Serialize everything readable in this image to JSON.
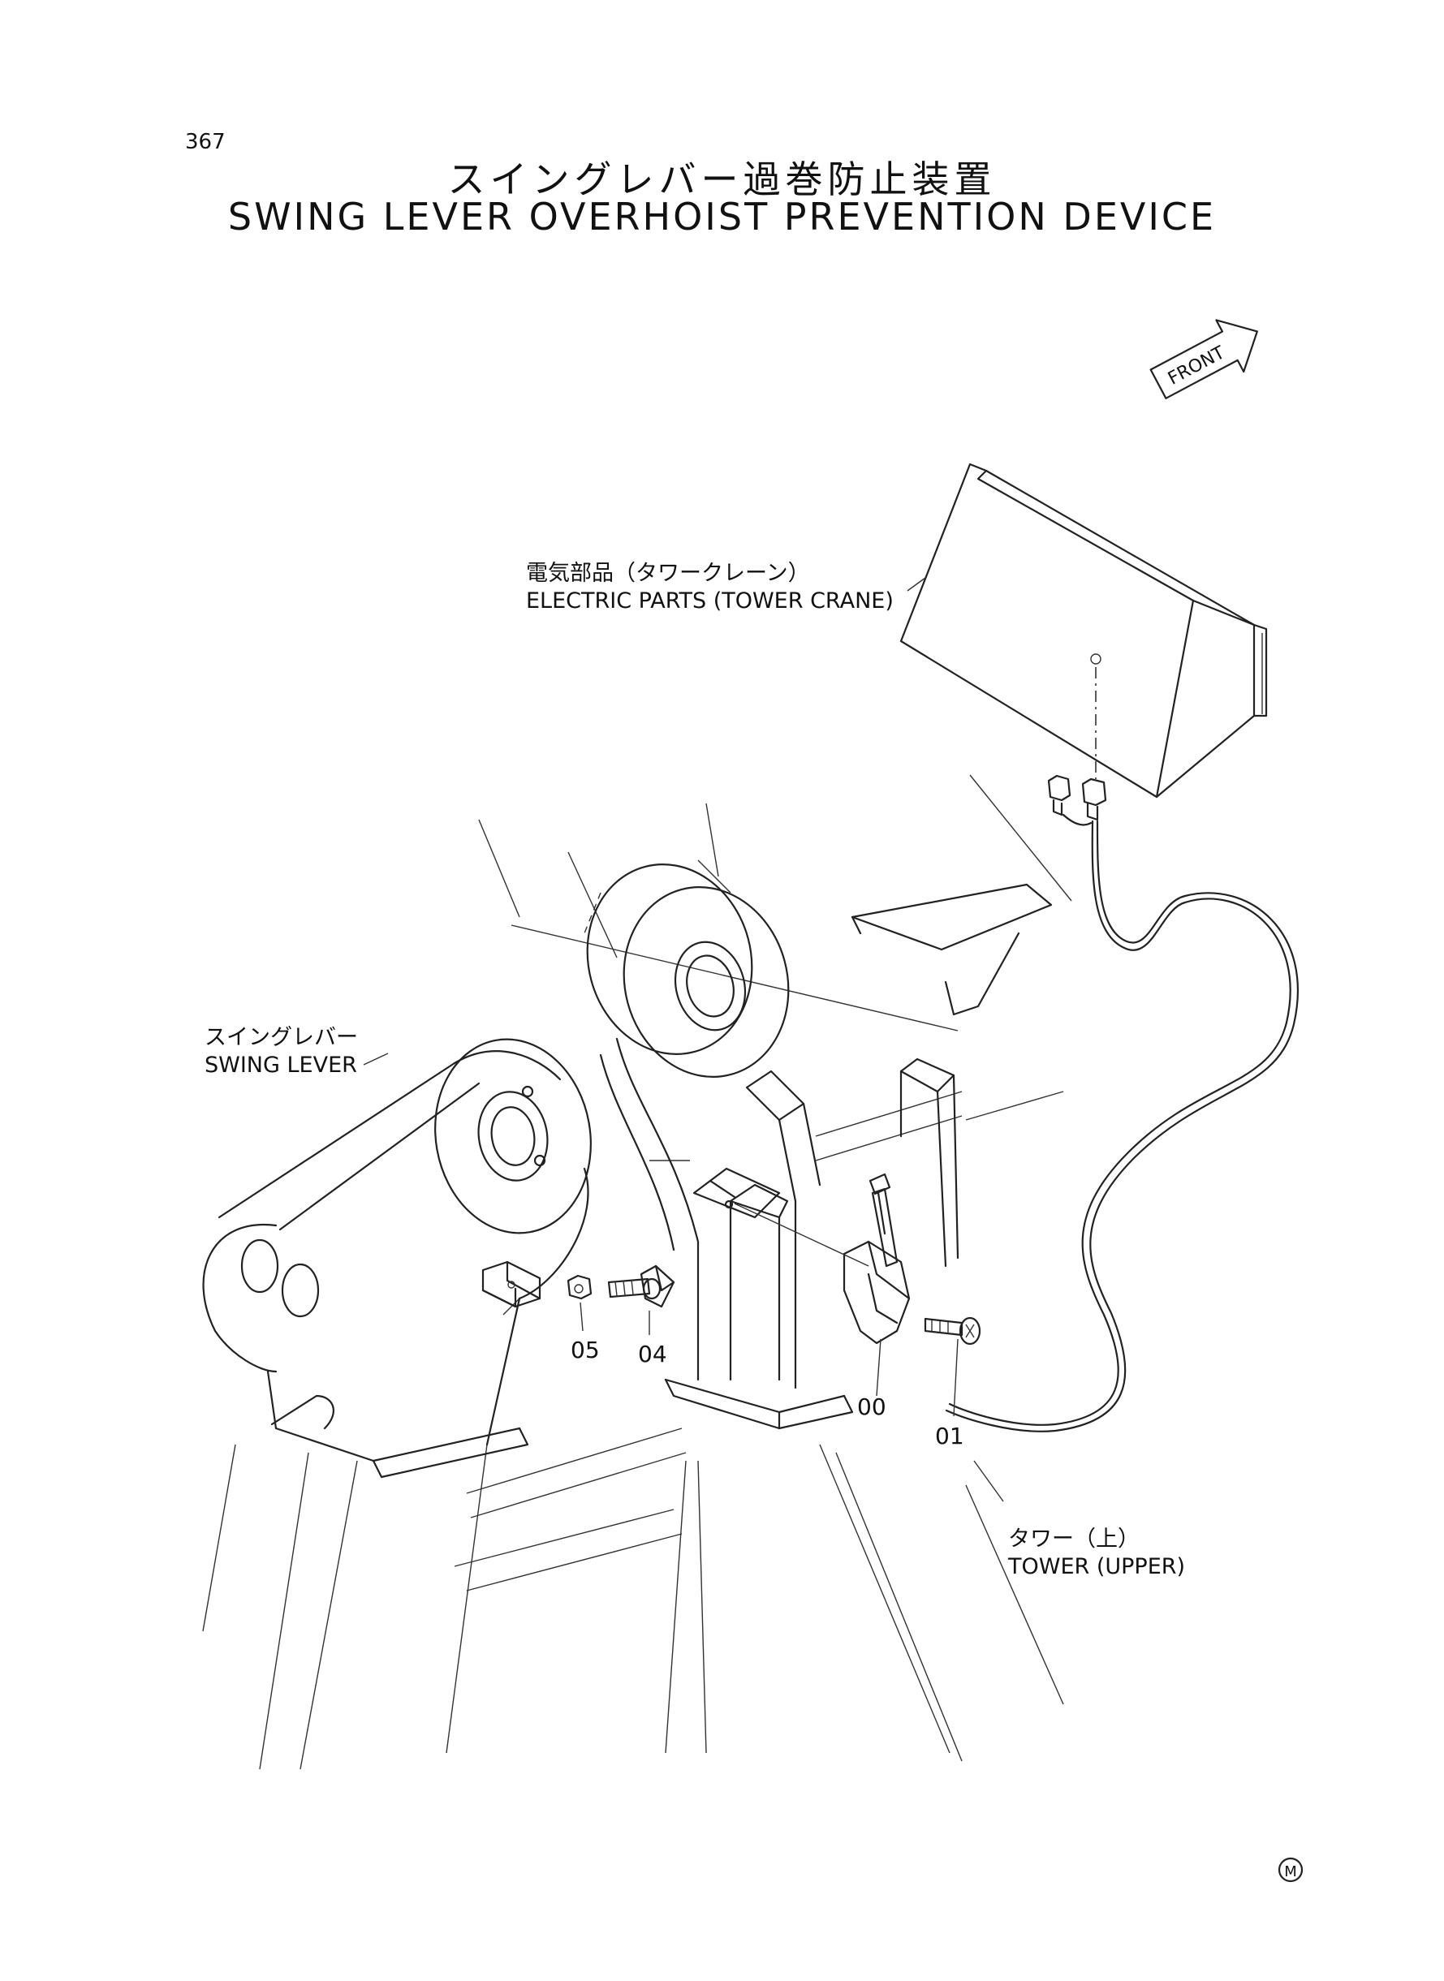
{
  "header": {
    "page_number": "367",
    "title_jp": "スイングレバー過巻防止装置",
    "title_en": "SWING LEVER OVERHOIST PREVENTION DEVICE"
  },
  "labels": {
    "electric_parts_jp": "電気部品（タワークレーン）",
    "electric_parts_en": "ELECTRIC PARTS (TOWER CRANE)",
    "swing_lever_jp": "スイングレバー",
    "swing_lever_en": "SWING LEVER",
    "tower_upper_jp": "タワー（上）",
    "tower_upper_en": "TOWER (UPPER)",
    "front": "FRONT"
  },
  "callouts": {
    "part_00": "00",
    "part_01": "01",
    "part_04": "04",
    "part_05": "05"
  },
  "footer": {
    "mark": "M"
  }
}
